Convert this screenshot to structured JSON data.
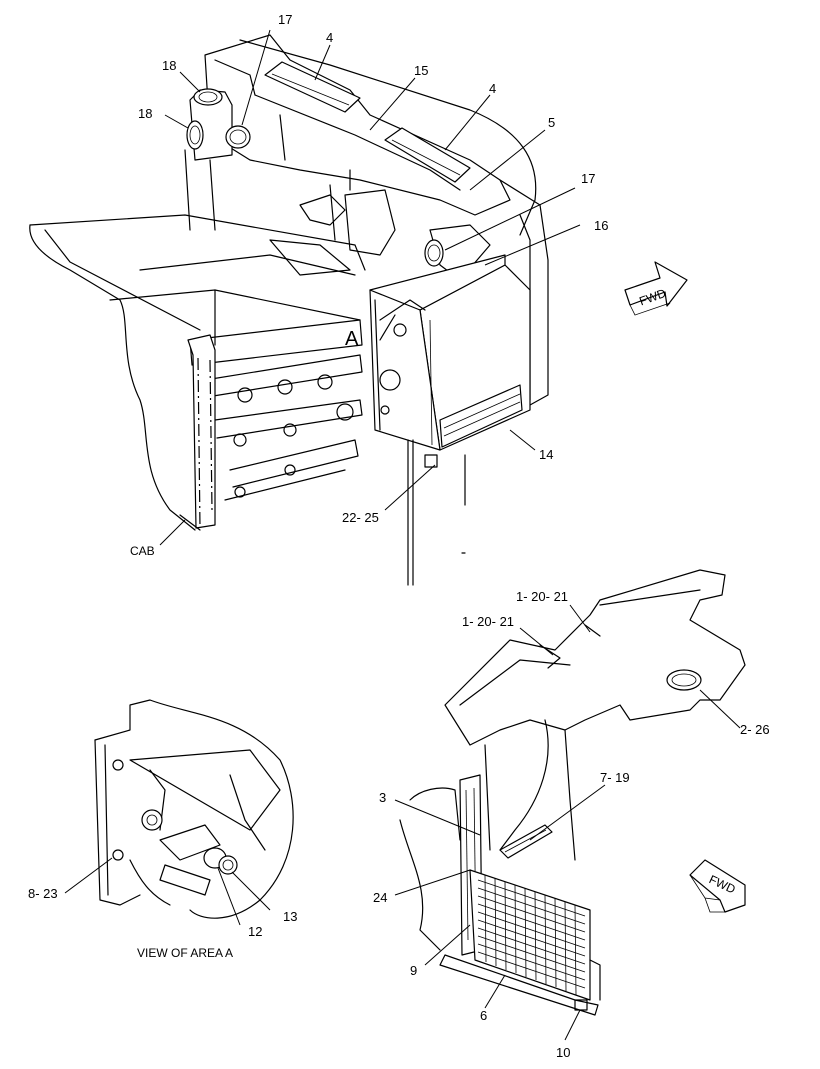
{
  "labels": {
    "c17a": "17",
    "c4a": "4",
    "c18a": "18",
    "c15": "15",
    "c18b": "18",
    "c4b": "4",
    "c5": "5",
    "c17b": "17",
    "c16": "16",
    "cA": "A",
    "c14": "14",
    "c2225": "22- 25",
    "cab": "CAB",
    "c12021a": "1- 20- 21",
    "c12021b": "1- 20- 21",
    "c226": "2- 26",
    "c3": "3",
    "c719": "7- 19",
    "c24": "24",
    "c9": "9",
    "c6": "6",
    "c10": "10",
    "c823": "8- 23",
    "c13": "13",
    "c12": "12",
    "view": "VIEW OF AREA A",
    "fwd1": "FWD",
    "fwd2": "FWD"
  }
}
